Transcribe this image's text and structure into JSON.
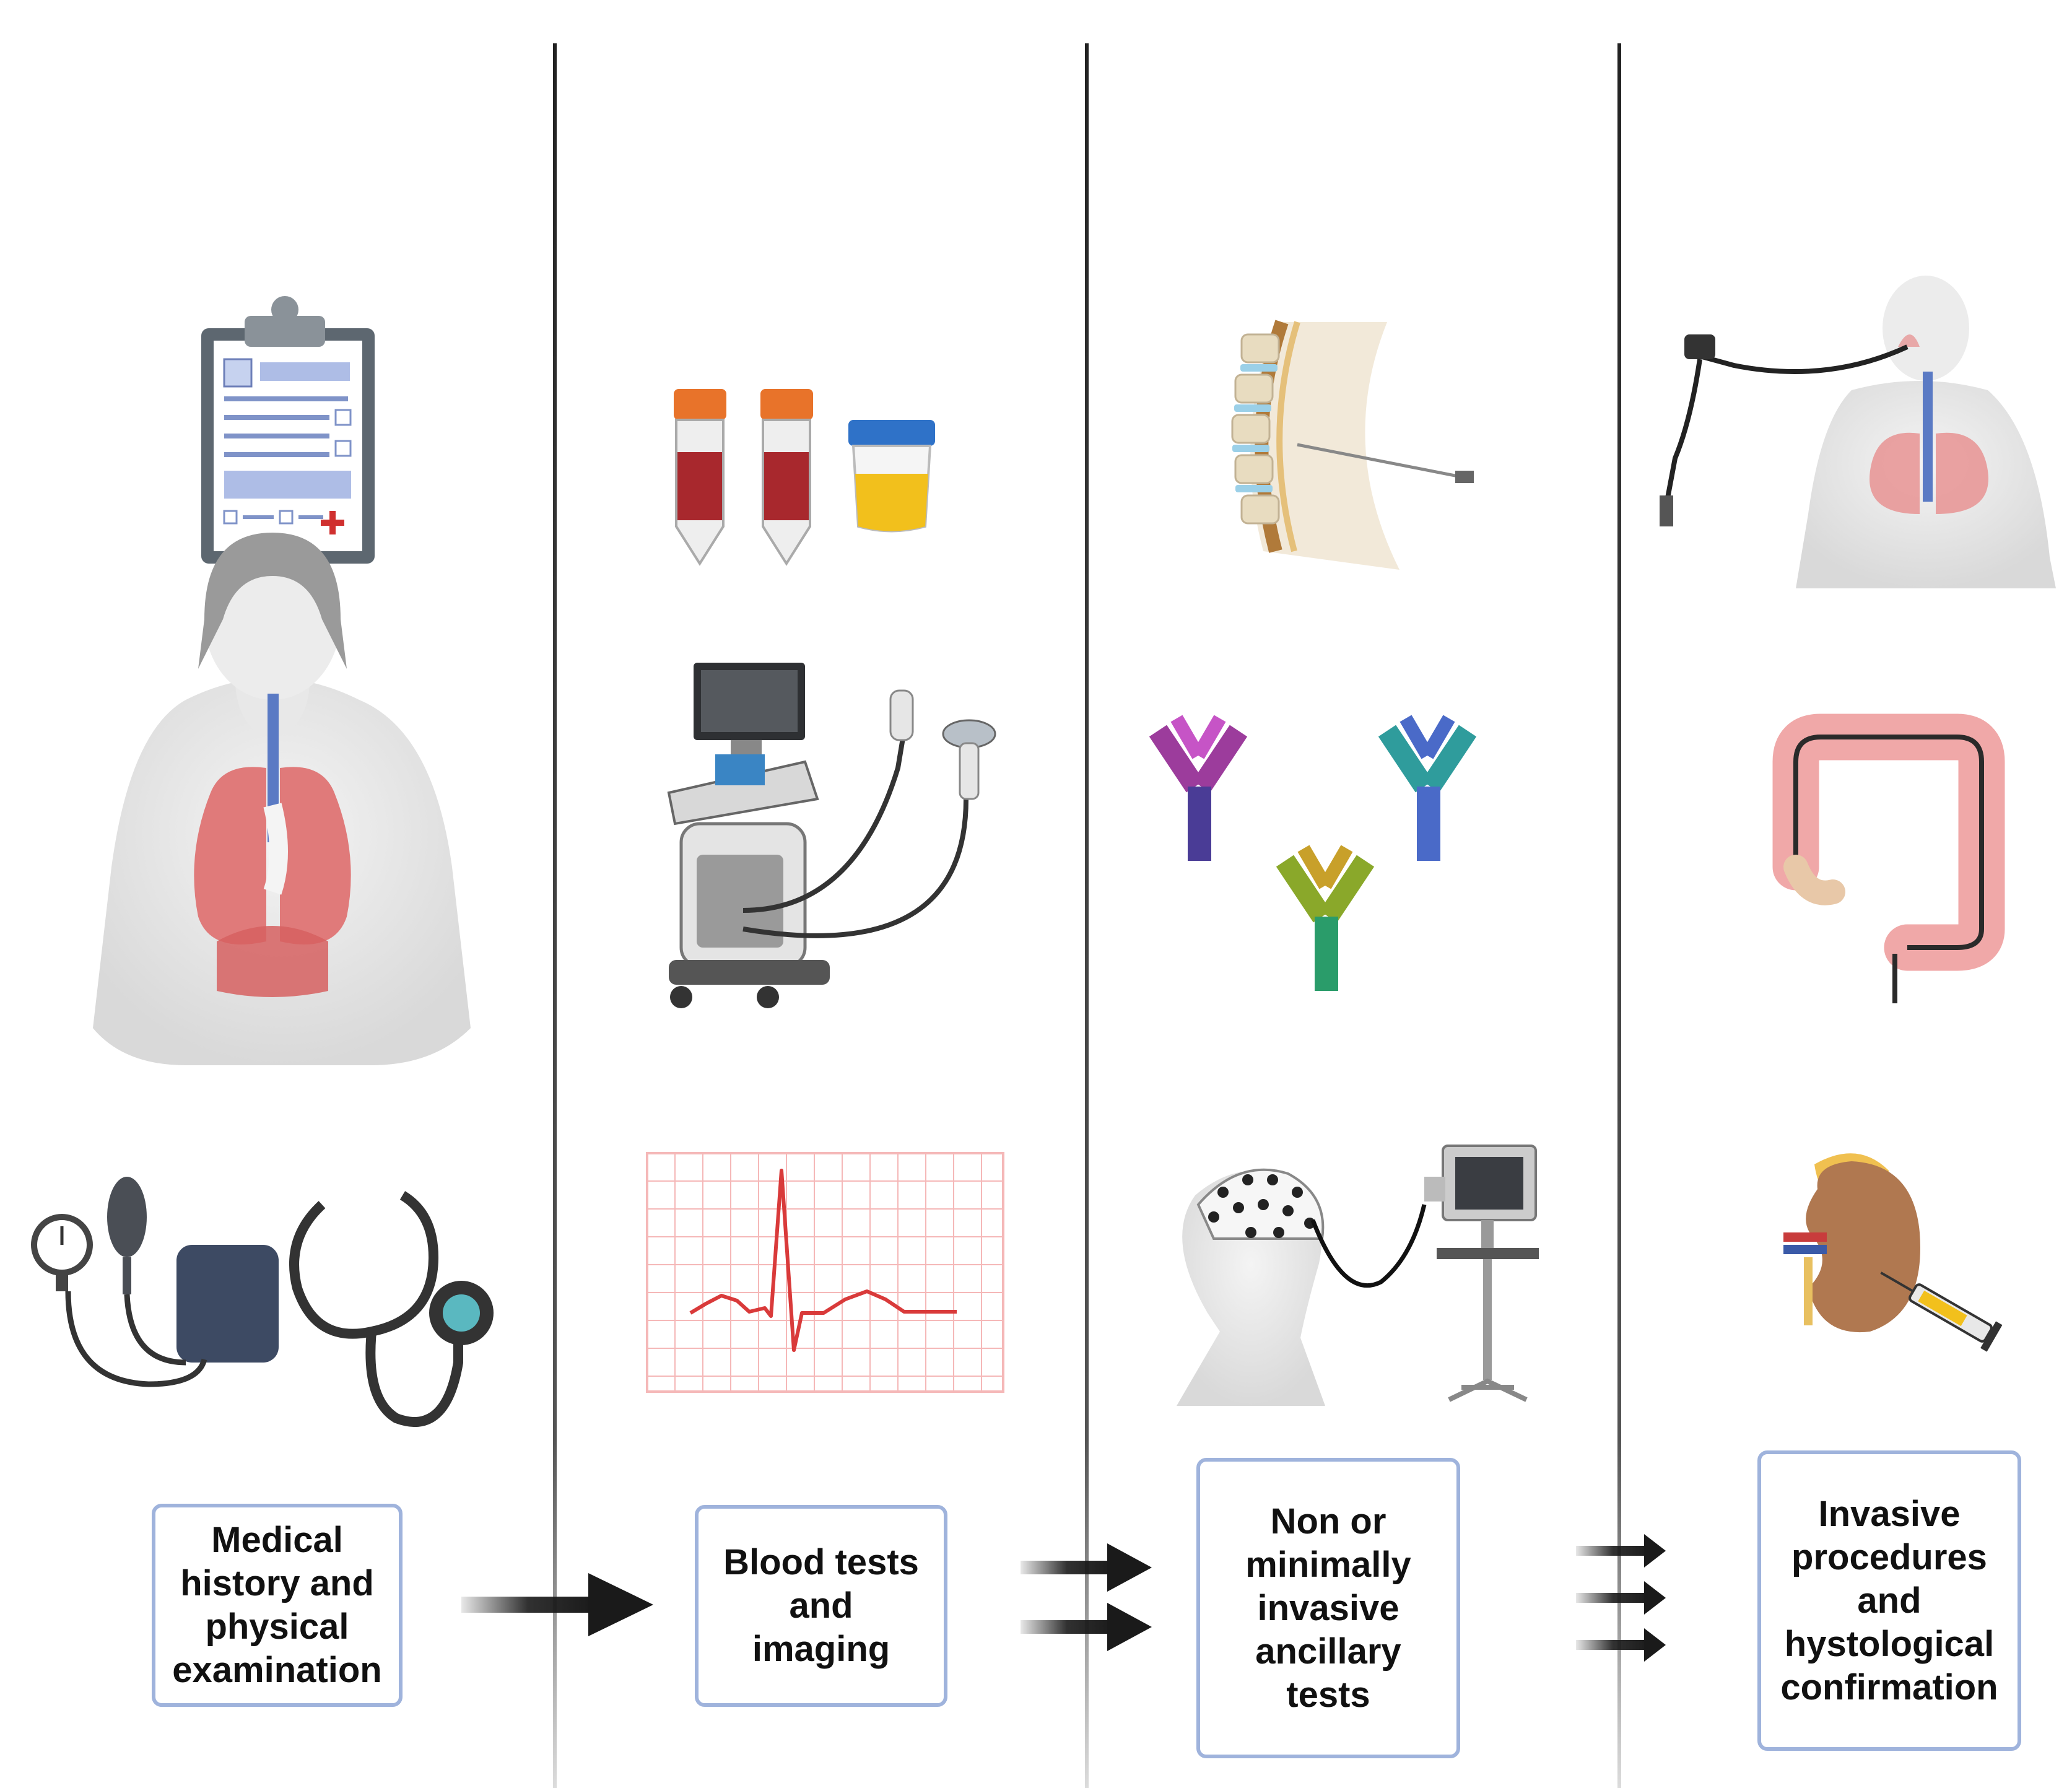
{
  "colors": {
    "box_border": "#9fb3dc",
    "divider": "#333333",
    "arrow": "#1a1a1a",
    "lung": "#e07a7a",
    "blood": "#a8282d",
    "tube_cap": "#e8732a",
    "urine": "#f2c01c",
    "ecg_grid": "#f5b8b8",
    "ecg_trace": "#d93a3a"
  },
  "stages": [
    {
      "label": "Medical\nhistory and\nphysical\nexamination",
      "icons": [
        "clipboard-icon",
        "torso-lungs-icon",
        "sphygmomanometer-icon",
        "stethoscope-icon"
      ]
    },
    {
      "label": "Blood  tests\nand\nimaging",
      "icons": [
        "blood-tube-icon",
        "urine-cup-icon",
        "ultrasound-machine-icon",
        "ecg-grid-icon"
      ]
    },
    {
      "label": "Non or\nminimally\ninvasive\nancillary\ntests",
      "icons": [
        "lumbar-puncture-icon",
        "antibody-icon",
        "eeg-cap-icon",
        "eeg-monitor-icon"
      ]
    },
    {
      "label": "Invasive\nprocedures\nand\nhystological\nconfirmation",
      "icons": [
        "bronchoscopy-icon",
        "colonoscopy-icon",
        "kidney-biopsy-icon"
      ]
    }
  ],
  "transitions": [
    {
      "arrow_count": 1
    },
    {
      "arrow_count": 2
    },
    {
      "arrow_count": 3
    }
  ]
}
